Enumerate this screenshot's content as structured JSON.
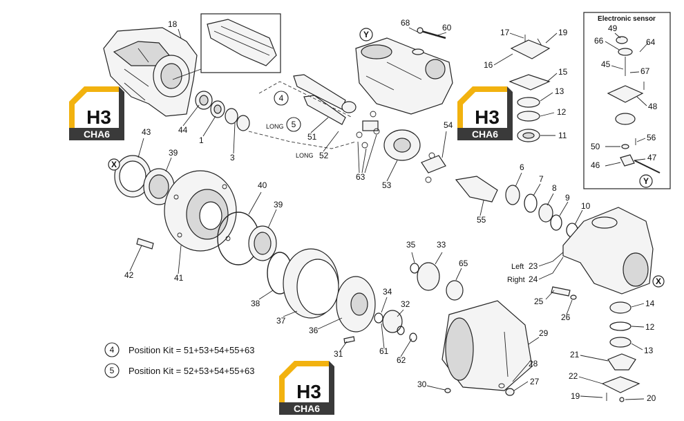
{
  "logos": [
    {
      "glyph": "H3",
      "sub": "CHA6",
      "color": "#f2b20f"
    },
    {
      "glyph": "H3",
      "sub": "CHA6",
      "color": "#f2b20f"
    },
    {
      "glyph": "H3",
      "sub": "CHA6",
      "color": "#f2b20f"
    }
  ],
  "inset": {
    "title": "Electronic sensor"
  },
  "markers": {
    "x": "X",
    "y": "Y"
  },
  "labels": {
    "p18": "18",
    "p44": "44",
    "p1": "1",
    "p3": "3",
    "p4": "4",
    "p5": "5",
    "long1": "LONG",
    "long2": "LONG",
    "p51": "51",
    "p52": "52",
    "p63": "63",
    "p53": "53",
    "p54": "54",
    "p68": "68",
    "p60": "60",
    "p17": "17",
    "p19a": "19",
    "p16": "16",
    "p15": "15",
    "p13a": "13",
    "p12a": "12",
    "p11": "11",
    "p49": "49",
    "p66": "66",
    "p64": "64",
    "p45": "45",
    "p67": "67",
    "p48": "48",
    "p56": "56",
    "p50": "50",
    "p47": "47",
    "p46": "46",
    "p43": "43",
    "p39a": "39",
    "p40": "40",
    "p39b": "39",
    "p42": "42",
    "p41": "41",
    "p6": "6",
    "p7": "7",
    "p8": "8",
    "p9": "9",
    "p10": "10",
    "p55": "55",
    "p35": "35",
    "p33": "33",
    "p65": "65",
    "p38": "38",
    "p37": "37",
    "p34": "34",
    "p32": "32",
    "p36": "36",
    "p61": "61",
    "p62": "62",
    "p31": "31",
    "p29": "29",
    "p28": "28",
    "p27": "27",
    "p30": "30",
    "p25": "25",
    "p26": "26",
    "p14": "14",
    "p12b": "12",
    "p13b": "13",
    "p21": "21",
    "p22": "22",
    "p19b": "19",
    "p20": "20",
    "left": "Left",
    "p23": "23",
    "right": "Right",
    "p24": "24"
  },
  "kits": [
    {
      "num": "4",
      "text": "Position Kit = 51+53+54+55+63"
    },
    {
      "num": "5",
      "text": "Position Kit = 52+53+54+55+63"
    }
  ]
}
